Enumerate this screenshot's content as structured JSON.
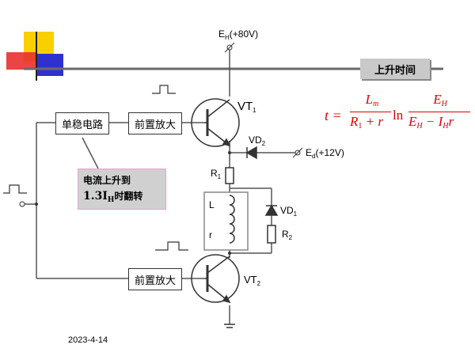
{
  "slide": {
    "title": "上升时间",
    "date": "2023-4-14"
  },
  "supply": {
    "eh_label": "E",
    "eh_sub": "H",
    "eh_value": "(+80V)",
    "ed_label": "E",
    "ed_sub": "d",
    "ed_value": "(+12V)"
  },
  "blocks": {
    "monostable": "单稳电路",
    "preamp_top": "前置放大",
    "preamp_bottom": "前置放大"
  },
  "components": {
    "vt1": "VT",
    "vt1_sub": "1",
    "vt2": "VT",
    "vt2_sub": "2",
    "vd1": "VD",
    "vd1_sub": "1",
    "vd2": "VD",
    "vd2_sub": "2",
    "r1": "R",
    "r1_sub": "1",
    "r2": "R",
    "r2_sub": "2",
    "L": "L",
    "r": "r"
  },
  "callout": {
    "line1": "电流上升到",
    "line2_prefix": "1.3I",
    "line2_sub": "H",
    "line2_suffix": "时翻转"
  },
  "formula": {
    "lhs": "t =",
    "frac1_num": "L",
    "frac1_num_sub": "m",
    "frac1_den": "R",
    "frac1_den_sub": "1",
    "frac1_den_rest": " + r",
    "ln": "ln",
    "frac2_num": "E",
    "frac2_num_sub": "H",
    "frac2_den_a": "E",
    "frac2_den_a_sub": "H",
    "frac2_den_mid": " − I",
    "frac2_den_b_sub": "H",
    "frac2_den_end": "r"
  },
  "colors": {
    "deco_yellow": "#f8d000",
    "deco_red": "#e83030",
    "deco_blue": "#3030d0",
    "formula": "#e00000",
    "callout_border": "#e8a0d8"
  }
}
